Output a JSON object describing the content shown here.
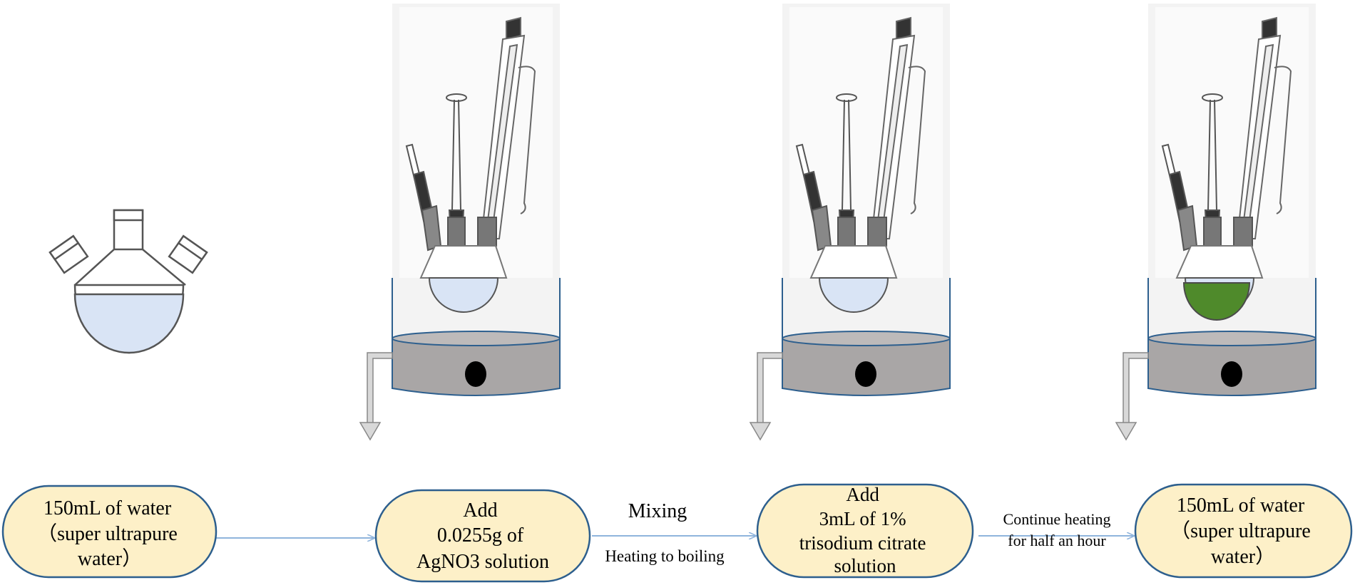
{
  "steps": [
    {
      "lines": [
        "150mL of water",
        "（super ultrapure",
        "water）"
      ]
    },
    {
      "lines": [
        "Add",
        "0.0255g of",
        "AgNO3 solution"
      ]
    },
    {
      "lines": [
        "Add",
        "3mL  of 1%",
        "trisodium citrate",
        "solution"
      ]
    },
    {
      "lines": [
        "150mL of water",
        "（super ultrapure",
        "water）"
      ]
    }
  ],
  "transitions": {
    "mixing_label": "Mixing",
    "heating_label": "Heating to boiling",
    "continue_line1": "Continue heating",
    "continue_line2": "for half an hour"
  },
  "colors": {
    "box_fill": "#fdf0c8",
    "box_stroke": "#2d5f8e",
    "arrow": "#8fb4dc",
    "water": "#d9e4f5",
    "heater": "#a9a6a6",
    "green_solution": "#4f8a2b",
    "glass_stroke": "#555555"
  }
}
